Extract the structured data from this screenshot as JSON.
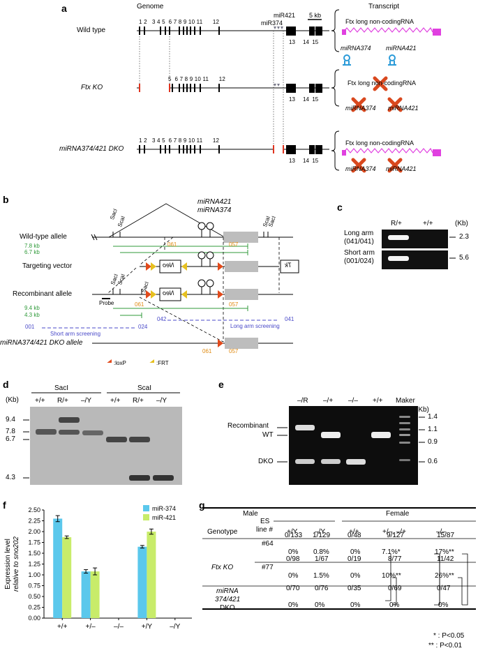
{
  "panel_a": {
    "label": "a",
    "genome_title": "Genome",
    "transcript_title": "Transcript",
    "scale_bar": "5 kb",
    "mir421": "miR421",
    "mir374": "miR374",
    "rows": [
      {
        "name": "Wild type",
        "italic": false,
        "exons_left": "1 2   3 4 5  6 7 8 9 10 11      12",
        "exons_right": "13     14  15",
        "transcript": "Ftx long non-codingRNA",
        "mirs": [
          "miRNA374",
          "miRNA421"
        ]
      },
      {
        "name": "Ftx KO",
        "italic": true,
        "exons_left": "5  6 7 8 9 10 11      12",
        "exons_right": "13     14  15",
        "transcript": "Ftx long non-codingRNA",
        "mirs": [
          "miRNA374",
          "miRNA421"
        ]
      },
      {
        "name": "miRNA374/421 DKO",
        "italic": true,
        "exons_left": "1 2   3 4 5  6 7 8 9 10 11      12",
        "exons_right": "13     14  15",
        "transcript": "Ftx long non-codingRNA",
        "mirs": [
          "miRNA374",
          "miRNA421"
        ]
      }
    ]
  },
  "panel_b": {
    "label": "b",
    "mir421": "miRNA421",
    "mir374": "miRNA374",
    "rows": [
      "Wild-type allele",
      "Targeting vector",
      "Recombinant allele",
      "miRNA374/421 DKO allele"
    ],
    "sites": [
      "SacI",
      "ScaI"
    ],
    "neo": "Neo",
    "tk": "Tk",
    "probe": "Probe",
    "wt_sizes": [
      "7.8 kb",
      "6.7 kb"
    ],
    "rec_sizes": [
      "9.4 kb",
      "4.3 kb"
    ],
    "primers": [
      "061",
      "057",
      "042",
      "041",
      "001",
      "024"
    ],
    "long_arm": "Long arm screening",
    "short_arm": "Short arm screening",
    "legend_loxp": ":loxP",
    "legend_frt": ":FRT"
  },
  "panel_c": {
    "label": "c",
    "cols": [
      "R/+",
      "+/+"
    ],
    "unit": "(Kb)",
    "rows": [
      {
        "name": "Long arm",
        "primers": "(041/041)",
        "size": "2.3"
      },
      {
        "name": "Short arm",
        "primers": "(001/024)",
        "size": "5.6"
      }
    ]
  },
  "panel_d": {
    "label": "d",
    "enzymes": [
      "SacI",
      "ScaI"
    ],
    "lanes": [
      "+/+",
      "R/+",
      "–/Y",
      "+/+",
      "R/+",
      "–/Y"
    ],
    "unit": "(Kb)",
    "markers": [
      "9.4",
      "7.8",
      "6.7",
      "4.3"
    ]
  },
  "panel_e": {
    "label": "e",
    "lanes": [
      "–/R",
      "–/+",
      "–/–",
      "+/+",
      "Maker"
    ],
    "unit": "(Kb)",
    "bands": [
      "Recombinant",
      "WT",
      "DKO"
    ],
    "markers": [
      "1.4",
      "1.1",
      "0.9",
      "0.6"
    ]
  },
  "panel_f": {
    "label": "f",
    "colors": {
      "miR-374": "#5bc8ec",
      "miR-421": "#c8ec6a"
    }
  },
  "chart_data": {
    "type": "bar",
    "categories": [
      "+/+",
      "+/–",
      "–/–",
      "+/Y",
      "–/Y"
    ],
    "series": [
      {
        "name": "miR-374",
        "values": [
          2.3,
          1.08,
          0,
          1.65,
          0
        ],
        "errors": [
          0.07,
          0.04,
          0,
          0.03,
          0
        ]
      },
      {
        "name": "miR-421",
        "values": [
          1.87,
          1.08,
          0,
          2.0,
          0
        ],
        "errors": [
          0.03,
          0.08,
          0,
          0.06,
          0
        ]
      }
    ],
    "ylabel_line1": "Expression level",
    "ylabel_line2": "relative to sno202",
    "ylim": [
      0,
      2.5
    ],
    "yticks": [
      "0.00",
      "0.25",
      "0.50",
      "0.75",
      "1.00",
      "1.25",
      "1.50",
      "1.75",
      "2.00",
      "2.25",
      "2.50"
    ]
  },
  "panel_g": {
    "label": "g",
    "male": "Male",
    "female": "Female",
    "headers": [
      "Genotype",
      "ES line #",
      "+/Y",
      "–/Y",
      "+/+",
      "+/–, –/+",
      "–/–"
    ],
    "es_line_l1": "ES",
    "es_line_l2": "line #",
    "genotype_ftx": "Ftx KO",
    "genotype_dko_l1": "miRNA",
    "genotype_dko_l2": "374/421",
    "genotype_dko_l3": "DKO",
    "rows": [
      {
        "line": "#64",
        "counts": [
          "0/133",
          "1/129",
          "0/48",
          "9/127",
          "15/87"
        ],
        "pcts": [
          "0%",
          "0.8%",
          "0%",
          "7.1%*",
          "17%**"
        ]
      },
      {
        "line": "#77",
        "counts": [
          "0/98",
          "1/67",
          "0/19",
          "8/77",
          "11/42"
        ],
        "pcts": [
          "0%",
          "1.5%",
          "0%",
          "10%**",
          "26%**"
        ]
      },
      {
        "line": "",
        "counts": [
          "0/70",
          "0/76",
          "0/35",
          "0/69",
          "0/47"
        ],
        "pcts": [
          "0%",
          "0%",
          "0%",
          "0%",
          "0%"
        ]
      }
    ],
    "footnote1": "* : P<0.05",
    "footnote2": "** : P<0.01"
  }
}
